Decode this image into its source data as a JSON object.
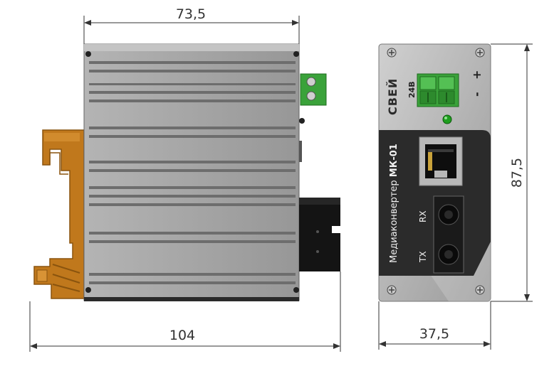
{
  "dimensions": {
    "top_width": "73,5",
    "total_width": "104",
    "front_width": "37,5",
    "height": "87,5"
  },
  "front_panel": {
    "brand": "СВЕЙ",
    "voltage": "24В",
    "plus": "+",
    "minus": "-",
    "model_prefix": "Медиаконвертер ",
    "model_bold": "МК-01",
    "rx": "RX",
    "tx": "TX"
  },
  "colors": {
    "housing": "#a2a2a2",
    "rib": "#6d6d6d",
    "din_clip": "#c0781c",
    "terminal": "#3aa23a",
    "front_dark": "#2b2b2b",
    "led": "#1e9e1e"
  }
}
